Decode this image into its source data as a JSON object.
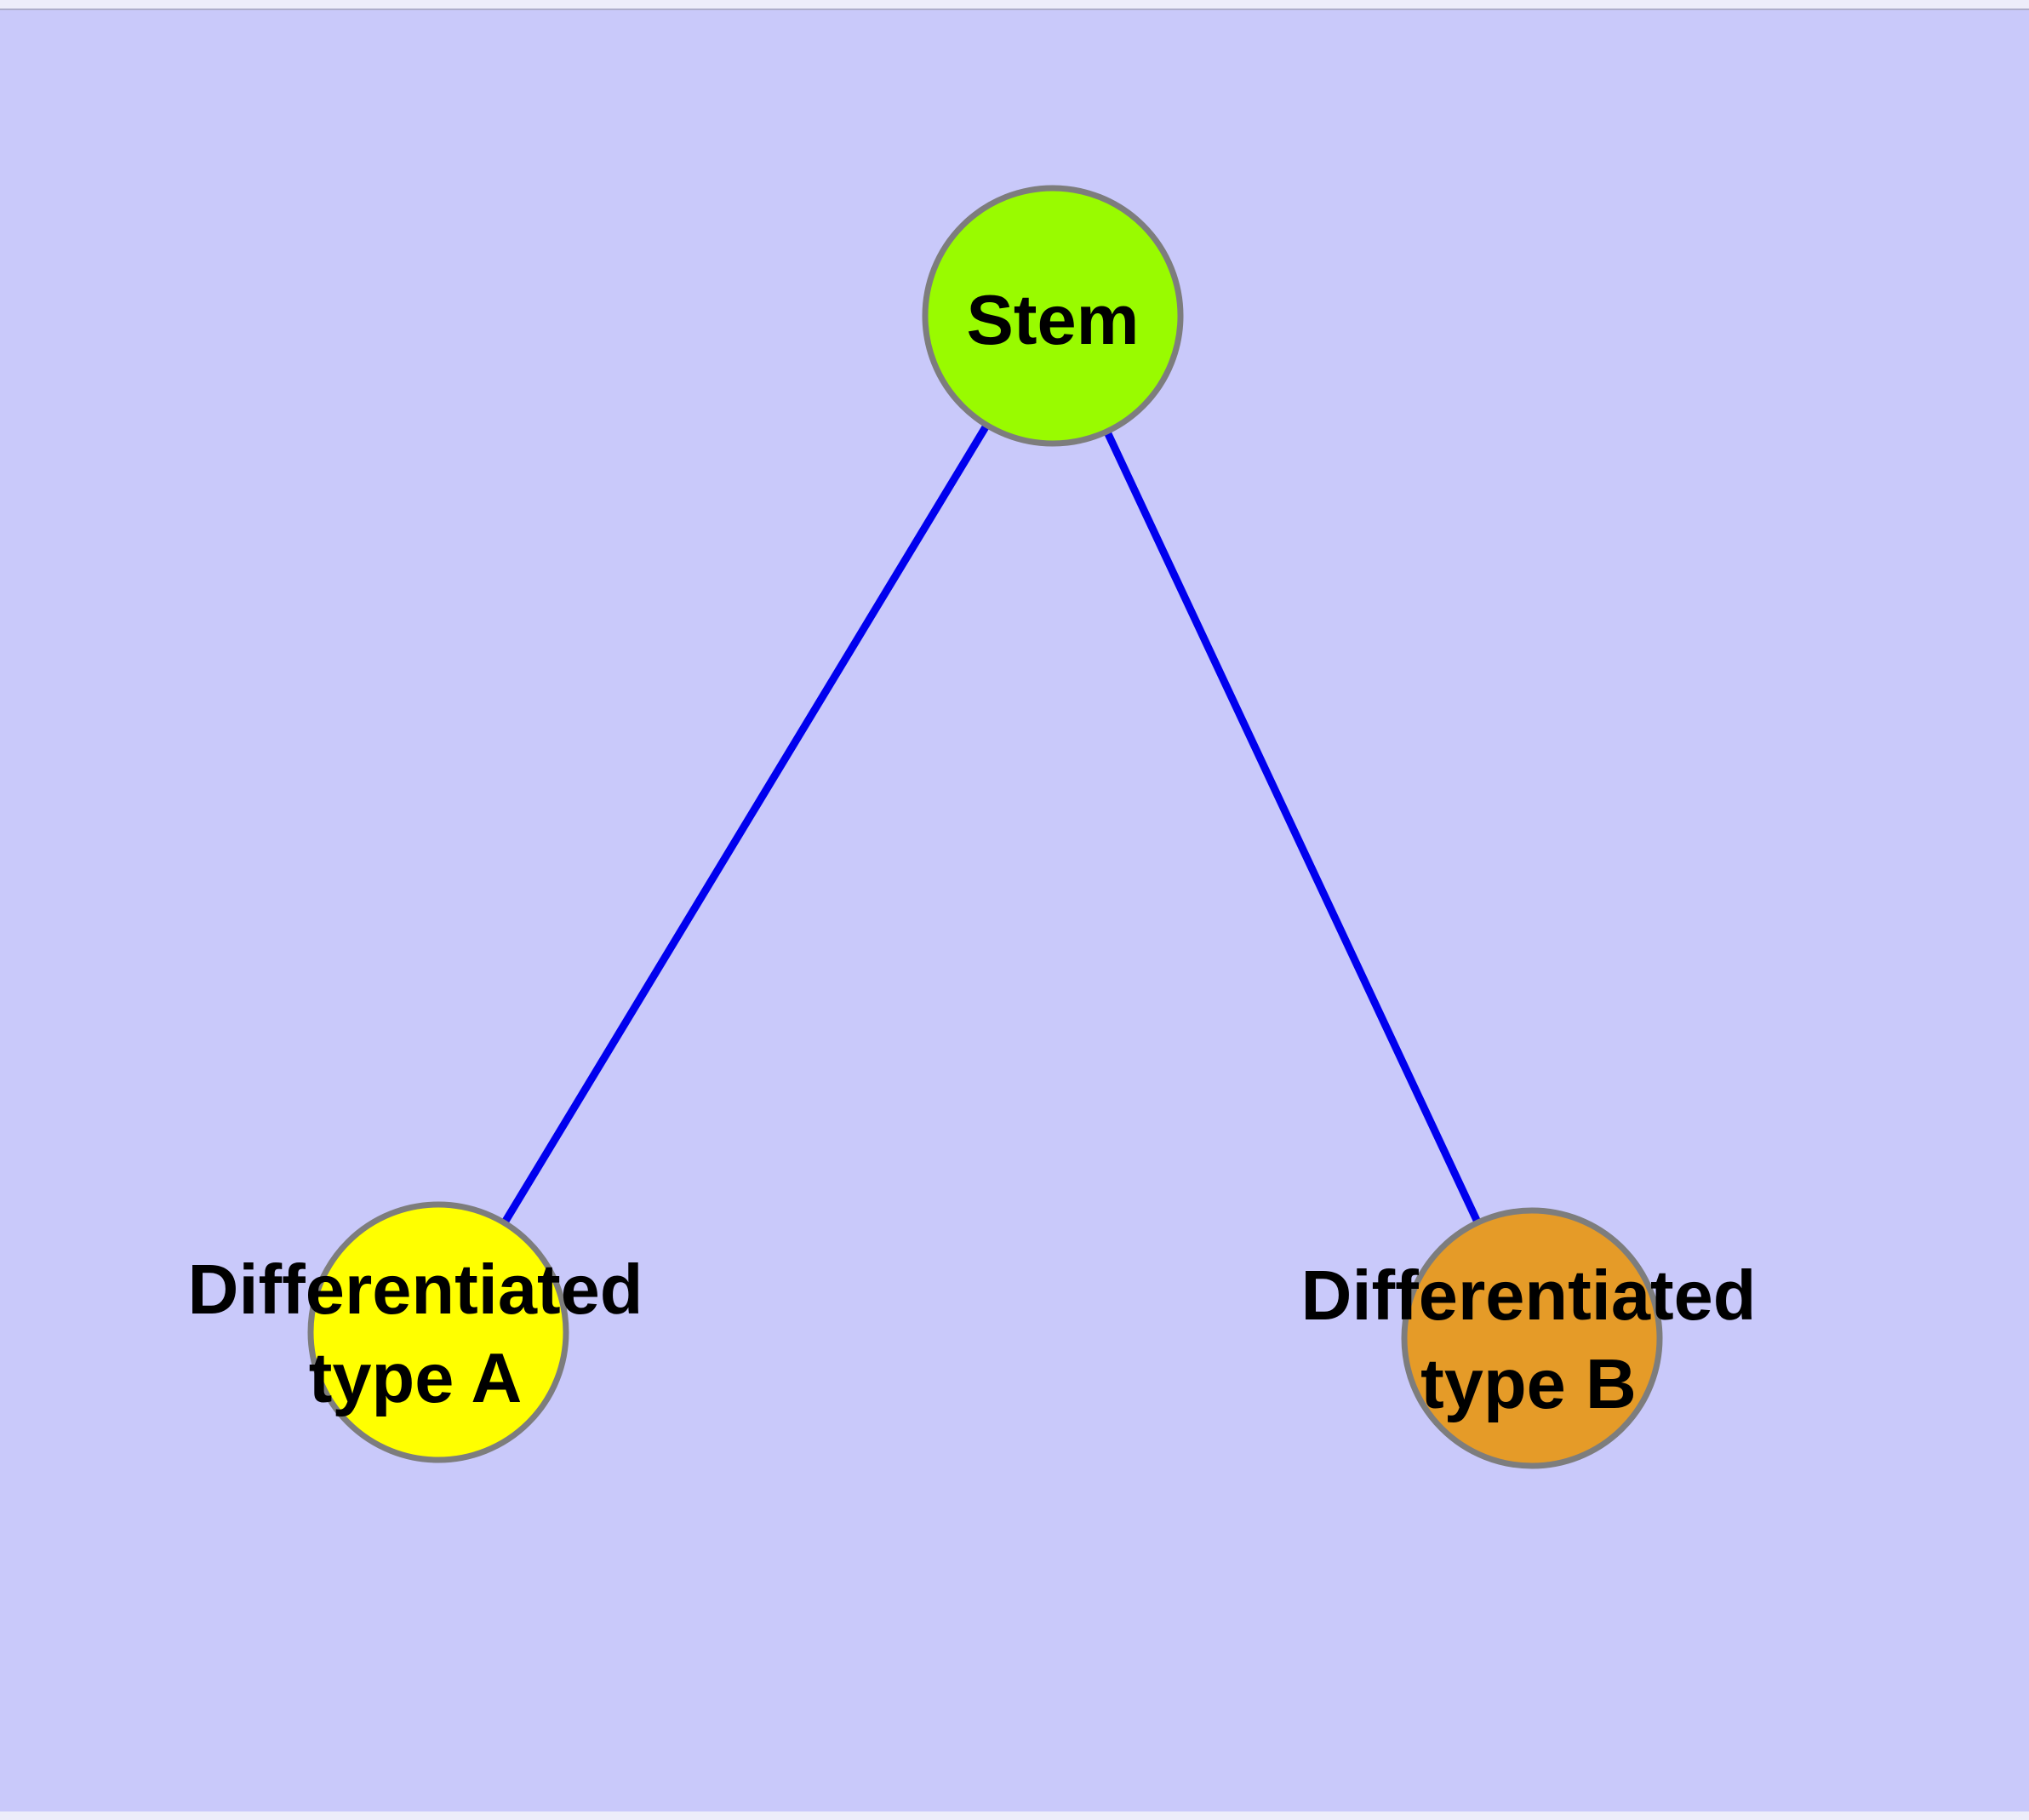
{
  "diagram": {
    "type": "node-link-graph",
    "background_color": "#C9C9FA",
    "frame": {
      "edge_light": "#EDEDFA",
      "edge_shadow": "#AEAECB"
    },
    "edge_color": "#0000EE",
    "node_border_color": "#7D7D7D",
    "text_color": "#000000",
    "nodes": [
      {
        "id": "stem",
        "label": "Stem",
        "fill": "#99FB00"
      },
      {
        "id": "type-a",
        "label_line1": "Differentiated",
        "label_line2": "type A",
        "fill": "#FFFF00"
      },
      {
        "id": "type-b",
        "label_line1": "Differentiated",
        "label_line2": "type B",
        "fill": "#E59B28"
      }
    ],
    "edges": [
      {
        "from": "stem",
        "to": "type-a"
      },
      {
        "from": "stem",
        "to": "type-b"
      }
    ]
  }
}
